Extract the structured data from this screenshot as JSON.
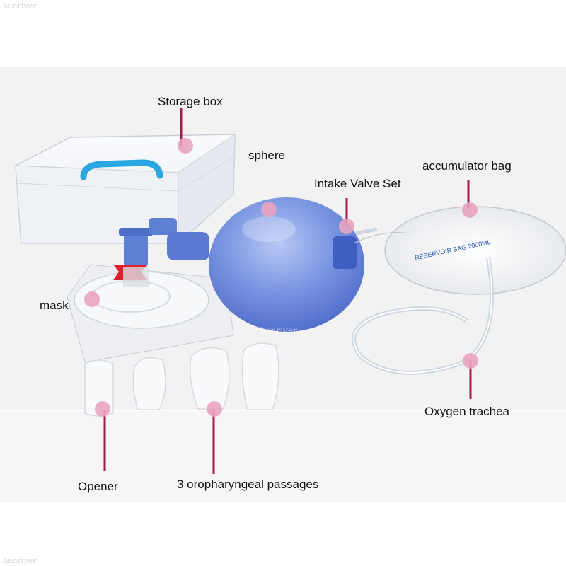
{
  "watermark": "hanriver",
  "labels": {
    "storage_box": "Storage box",
    "sphere": "sphere",
    "intake_valve_set": "Intake Valve Set",
    "accumulator_bag": "accumulator bag",
    "mask": "mask",
    "oxygen_trachea": "Oxygen trachea",
    "opener": "Opener",
    "oropharyngeal_passages": "3 oropharyngeal passages"
  },
  "bag_print": "RESERVOIR BAG 2000ML",
  "colors": {
    "marker": "#e9a3bf",
    "leader_line": "#a31b4a",
    "bag_blue": "#6f8fe0",
    "handle_blue": "#2aa6e0",
    "valve_red": "#e0202a"
  }
}
